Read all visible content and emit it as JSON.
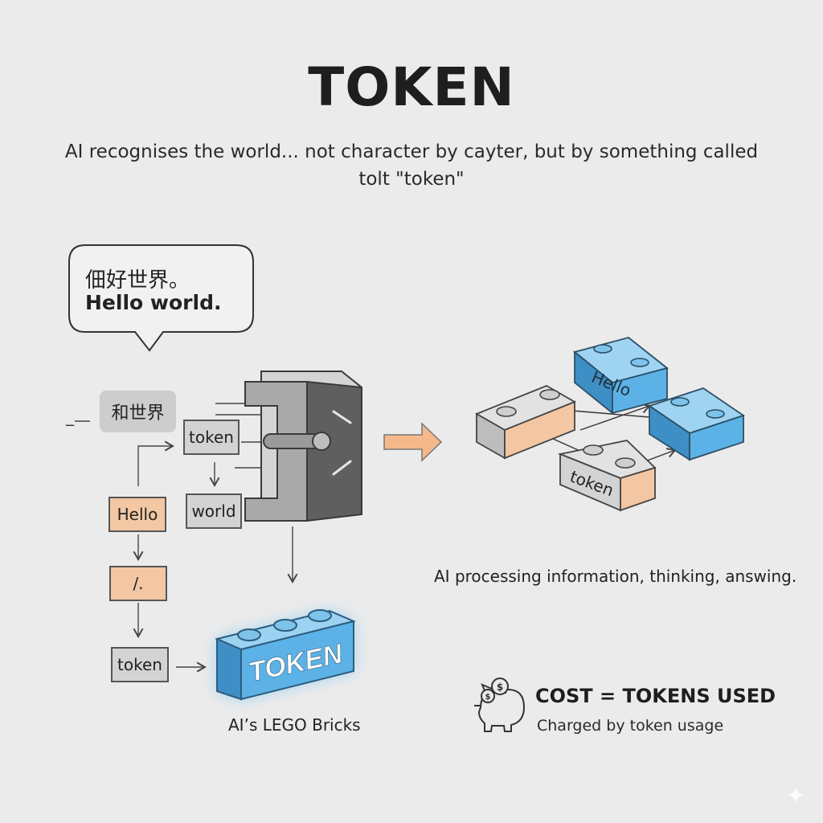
{
  "title": "TOKEN",
  "subtitle": {
    "line1": "AI recognises the world... not character by cayter, but by something called",
    "line2": "tolt \"token\""
  },
  "speech_bubble": {
    "line1": "佃好世界。",
    "line2": "Hello world."
  },
  "input_chip": "和世界",
  "dash_mark": "_",
  "tiles": {
    "token_top": "token",
    "hello": "Hello",
    "world": "world",
    "slash": "/.",
    "token_bottom": "token"
  },
  "big_brick_label": "TOKEN",
  "lego_caption": "AI’s LEGO Bricks",
  "network_bricks": {
    "hello": "Hello",
    "token": "token"
  },
  "processing_caption": "AI processing information, thinking, answing.",
  "cost": {
    "title": "COST = TOKENS USED",
    "subtitle": "Charged by token usage"
  },
  "icons": [
    "machine-icon",
    "piggy-bank-icon",
    "coin-icon",
    "sparkle-icon",
    "arrow-right-icon"
  ],
  "colors": {
    "background": "#ebebeb",
    "brick_blue": "#5aaee0",
    "brick_orange": "#f3c7a3",
    "brick_gray": "#d3d3d3",
    "arrow_orange": "#f5b88a"
  }
}
